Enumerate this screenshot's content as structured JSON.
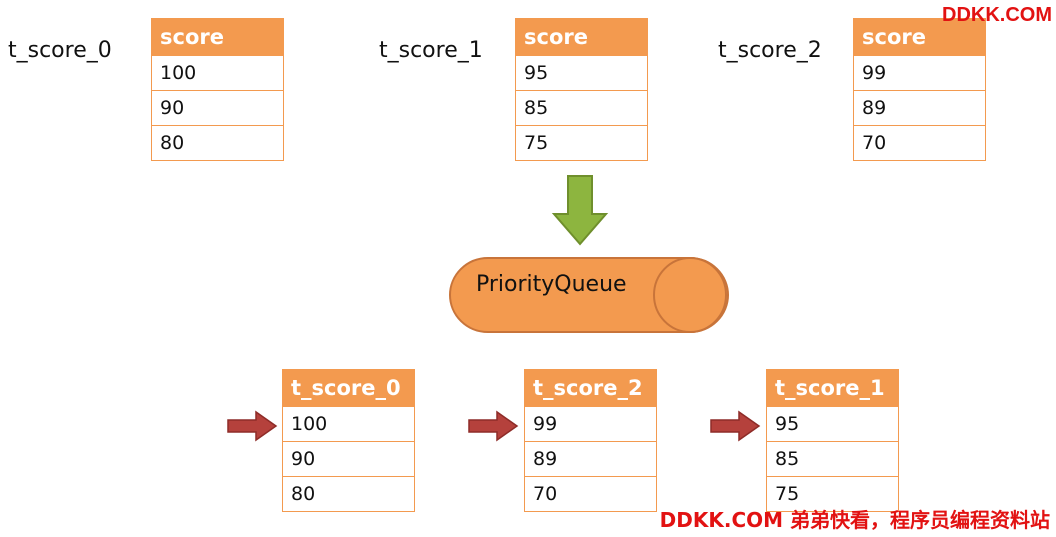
{
  "source_tables": [
    {
      "label": "t_score_0",
      "header": "score",
      "rows": [
        "100",
        "90",
        "80"
      ]
    },
    {
      "label": "t_score_1",
      "header": "score",
      "rows": [
        "95",
        "85",
        "75"
      ]
    },
    {
      "label": "t_score_2",
      "header": "score",
      "rows": [
        "99",
        "89",
        "70"
      ]
    }
  ],
  "priority_queue": {
    "label": "PriorityQueue"
  },
  "result_tables": [
    {
      "header": "t_score_0",
      "rows": [
        "100",
        "90",
        "80"
      ]
    },
    {
      "header": "t_score_2",
      "rows": [
        "99",
        "89",
        "70"
      ]
    },
    {
      "header": "t_score_1",
      "rows": [
        "95",
        "85",
        "75"
      ]
    }
  ],
  "watermark": {
    "top": "DDKK.COM",
    "bottom": "DDKK.COM 弟弟快看，程序员编程资料站"
  },
  "colors": {
    "table_orange": "#f39a4f",
    "arrow_green": "#8db53f",
    "arrow_red": "#b5413c",
    "watermark_red": "#e21212"
  }
}
